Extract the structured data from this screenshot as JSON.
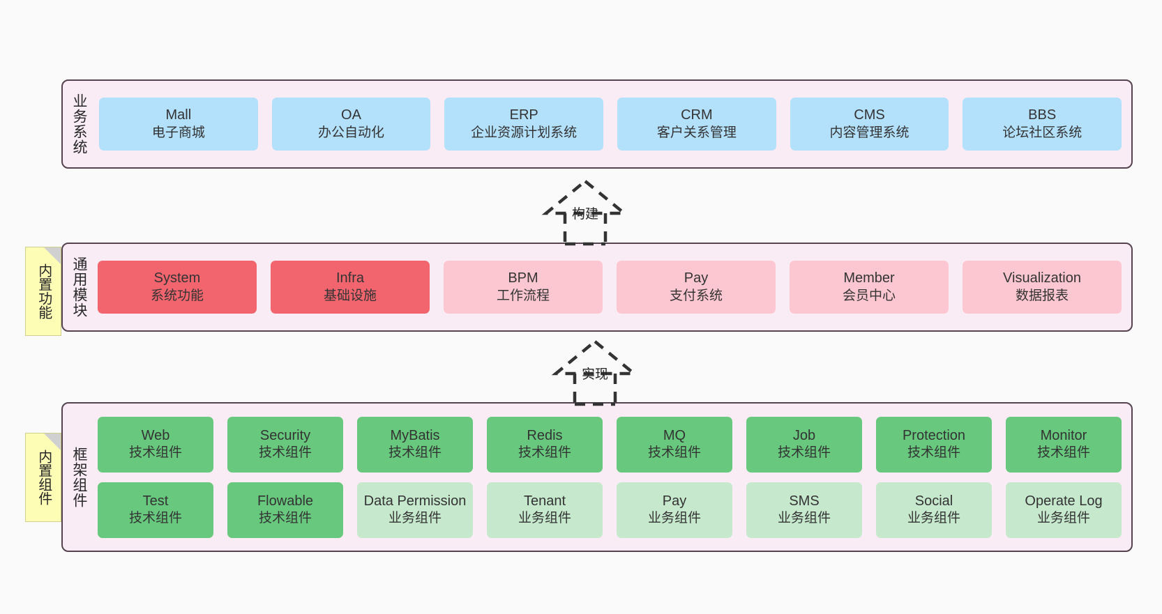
{
  "diagram": {
    "title": "Framework architecture layers",
    "background": "#fafafa",
    "band_background": "#faecf5",
    "band_border": "#55434f",
    "note_background": "#fdfdb6"
  },
  "notes": [
    {
      "id": "builtin-function",
      "label": "内置功能",
      "color": "#fdfdb6"
    },
    {
      "id": "builtin-component",
      "label": "内置组件",
      "color": "#fdfdb6"
    }
  ],
  "connectors": [
    {
      "id": "build",
      "label": "构建",
      "style": "dashed-generalization",
      "direction": "up"
    },
    {
      "id": "implement",
      "label": "实现",
      "style": "dashed-generalization",
      "direction": "up"
    }
  ],
  "layers": [
    {
      "id": "business-system",
      "title": "业务系统",
      "rows": [
        {
          "cells": [
            {
              "name": "Mall",
              "desc": "电子商城",
              "color": "#b3e0fb"
            },
            {
              "name": "OA",
              "desc": "办公自动化",
              "color": "#b3e0fb"
            },
            {
              "name": "ERP",
              "desc": "企业资源计划系统",
              "color": "#b3e0fb"
            },
            {
              "name": "CRM",
              "desc": "客户关系管理",
              "color": "#b3e0fb"
            },
            {
              "name": "CMS",
              "desc": "内容管理系统",
              "color": "#b3e0fb"
            },
            {
              "name": "BBS",
              "desc": "论坛社区系统",
              "color": "#b3e0fb"
            }
          ]
        }
      ]
    },
    {
      "id": "common-module",
      "title": "通用模块",
      "rows": [
        {
          "cells": [
            {
              "name": "System",
              "desc": "系统功能",
              "color": "#f2656e"
            },
            {
              "name": "Infra",
              "desc": "基础设施",
              "color": "#f2656e"
            },
            {
              "name": "BPM",
              "desc": "工作流程",
              "color": "#fcc7d0"
            },
            {
              "name": "Pay",
              "desc": "支付系统",
              "color": "#fcc7d0"
            },
            {
              "name": "Member",
              "desc": "会员中心",
              "color": "#fcc7d0"
            },
            {
              "name": "Visualization",
              "desc": "数据报表",
              "color": "#fcc7d0"
            }
          ]
        }
      ]
    },
    {
      "id": "framework-component",
      "title": "框架组件",
      "rows": [
        {
          "cells": [
            {
              "name": "Web",
              "desc": "技术组件",
              "color": "#67c87e"
            },
            {
              "name": "Security",
              "desc": "技术组件",
              "color": "#67c87e"
            },
            {
              "name": "MyBatis",
              "desc": "技术组件",
              "color": "#67c87e"
            },
            {
              "name": "Redis",
              "desc": "技术组件",
              "color": "#67c87e"
            },
            {
              "name": "MQ",
              "desc": "技术组件",
              "color": "#67c87e"
            },
            {
              "name": "Job",
              "desc": "技术组件",
              "color": "#67c87e"
            },
            {
              "name": "Protection",
              "desc": "技术组件",
              "color": "#67c87e"
            },
            {
              "name": "Monitor",
              "desc": "技术组件",
              "color": "#67c87e"
            }
          ]
        },
        {
          "cells": [
            {
              "name": "Test",
              "desc": "技术组件",
              "color": "#67c87e"
            },
            {
              "name": "Flowable",
              "desc": "技术组件",
              "color": "#67c87e"
            },
            {
              "name": "Data Permission",
              "desc": "业务组件",
              "color": "#c6e9cd"
            },
            {
              "name": "Tenant",
              "desc": "业务组件",
              "color": "#c6e9cd"
            },
            {
              "name": "Pay",
              "desc": "业务组件",
              "color": "#c6e9cd"
            },
            {
              "name": "SMS",
              "desc": "业务组件",
              "color": "#c6e9cd"
            },
            {
              "name": "Social",
              "desc": "业务组件",
              "color": "#c6e9cd"
            },
            {
              "name": "Operate Log",
              "desc": "业务组件",
              "color": "#c6e9cd"
            }
          ]
        }
      ]
    }
  ]
}
